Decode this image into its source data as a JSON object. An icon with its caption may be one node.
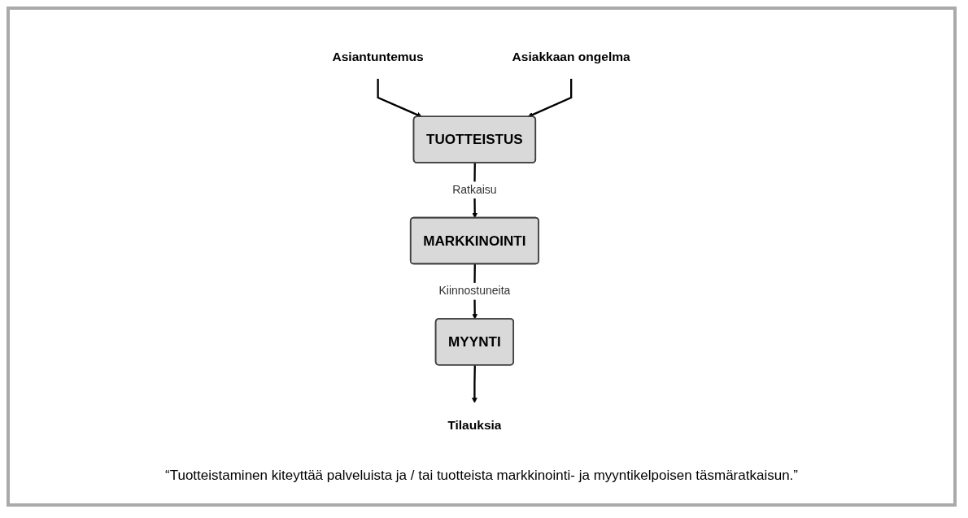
{
  "diagram": {
    "caption": "“Tuotteistaminen kiteyttää palveluista ja / tai tuotteista markkinointi- ja myyntikelpoisen täsmäratkaisun.”",
    "nodes": [
      {
        "text": [
          "Asiantuntemus"
        ]
      },
      {
        "text": [
          "TUOTTEISTUS"
        ]
      },
      {
        "text": [
          "Asiakkaan ongelma"
        ]
      },
      {
        "text": [
          "MARKKINOINTI"
        ]
      },
      {
        "text": [
          "MYYNTI"
        ]
      },
      {
        "text": [
          "Tilauksia"
        ]
      }
    ],
    "edges": [
      {
        "from": 0,
        "to": 1,
        "arrow": "to"
      },
      {
        "from": 2,
        "to": 1,
        "arrow": "to"
      },
      {
        "from": 1,
        "to": 3,
        "label": "Ratkaisu",
        "arrow": "to"
      },
      {
        "from": 3,
        "to": 4,
        "label": "Kiinnostuneita",
        "arrow": "to"
      },
      {
        "from": 4,
        "to": 5,
        "arrow": "to"
      }
    ]
  }
}
